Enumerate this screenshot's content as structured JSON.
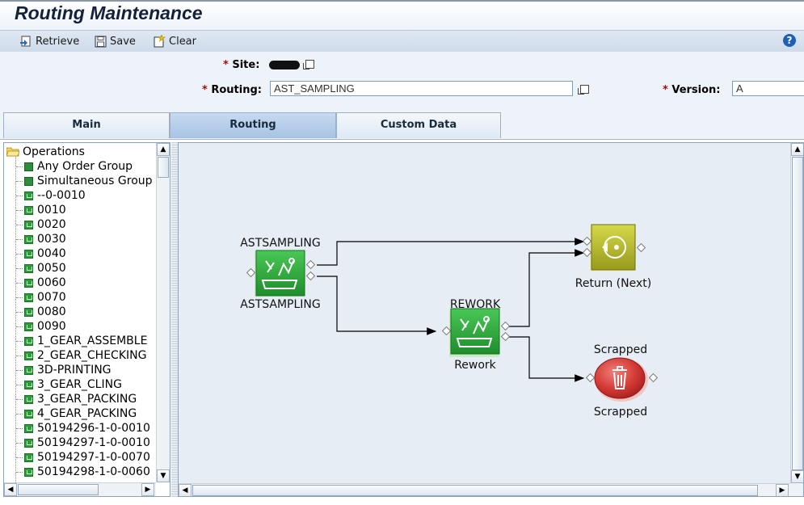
{
  "app": {
    "title": "Routing Maintenance"
  },
  "toolbar": {
    "retrieve": "Retrieve",
    "save": "Save",
    "clear": "Clear",
    "help": "?"
  },
  "form": {
    "site_label": "Site:",
    "routing_label": "Routing:",
    "routing_value": "AST_SAMPLING",
    "version_label": "Version:",
    "version_value": "A",
    "required_mark": "*"
  },
  "tabs": [
    {
      "label": "Main"
    },
    {
      "label": "Routing"
    },
    {
      "label": "Custom Data"
    }
  ],
  "tree": {
    "root": "Operations",
    "groups": [
      "Any Order Group",
      "Simultaneous Group"
    ],
    "operations": [
      "--0-0010",
      "0010",
      "0020",
      "0030",
      "0040",
      "0050",
      "0060",
      "0070",
      "0080",
      "0090",
      "1_GEAR_ASSEMBLE",
      "2_GEAR_CHECKING",
      "3D-PRINTING",
      "3_GEAR_CLING",
      "3_GEAR_PACKING",
      "4_GEAR_PACKING",
      "50194296-1-0-0010",
      "50194297-1-0-0010",
      "50194297-1-0-0070",
      "50194298-1-0-0060"
    ]
  },
  "diagram": {
    "nodes": {
      "astsampling": {
        "top_label": "ASTSAMPLING",
        "bottom_label": "ASTSAMPLING",
        "icon": "operation-icon"
      },
      "rework": {
        "top_label": "REWORK",
        "bottom_label": "Rework",
        "icon": "operation-icon"
      },
      "return_next": {
        "bottom_label": "Return (Next)",
        "icon": "return-icon"
      },
      "scrapped": {
        "top_label": "Scrapped",
        "bottom_label": "Scrapped",
        "icon": "trash-icon"
      }
    }
  },
  "colors": {
    "operation_green": "#2fae3e",
    "return_olive": "#b5b92a",
    "scrap_red": "#d63a3a",
    "canvas": "#e6edf5"
  }
}
